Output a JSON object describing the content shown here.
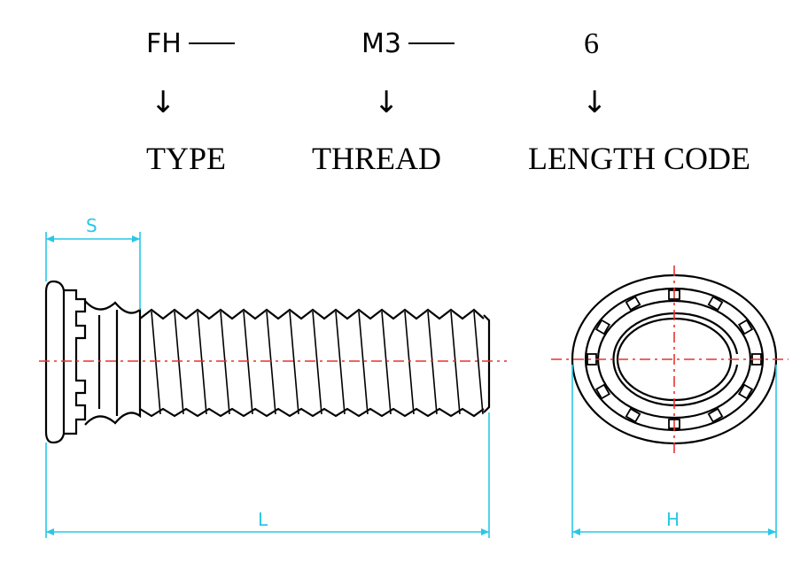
{
  "code": {
    "type_code": "FH",
    "thread_code": "M3",
    "length_code": "6",
    "arrow": "↓",
    "type_label": "TYPE",
    "thread_label": "THREAD",
    "length_label": "LENGTH CODE"
  },
  "dimensions": {
    "s_label": "S",
    "l_label": "L",
    "h_label": "H"
  },
  "colors": {
    "outline": "#000000",
    "centerline": "#e8322e",
    "dimension": "#27c8e6"
  }
}
